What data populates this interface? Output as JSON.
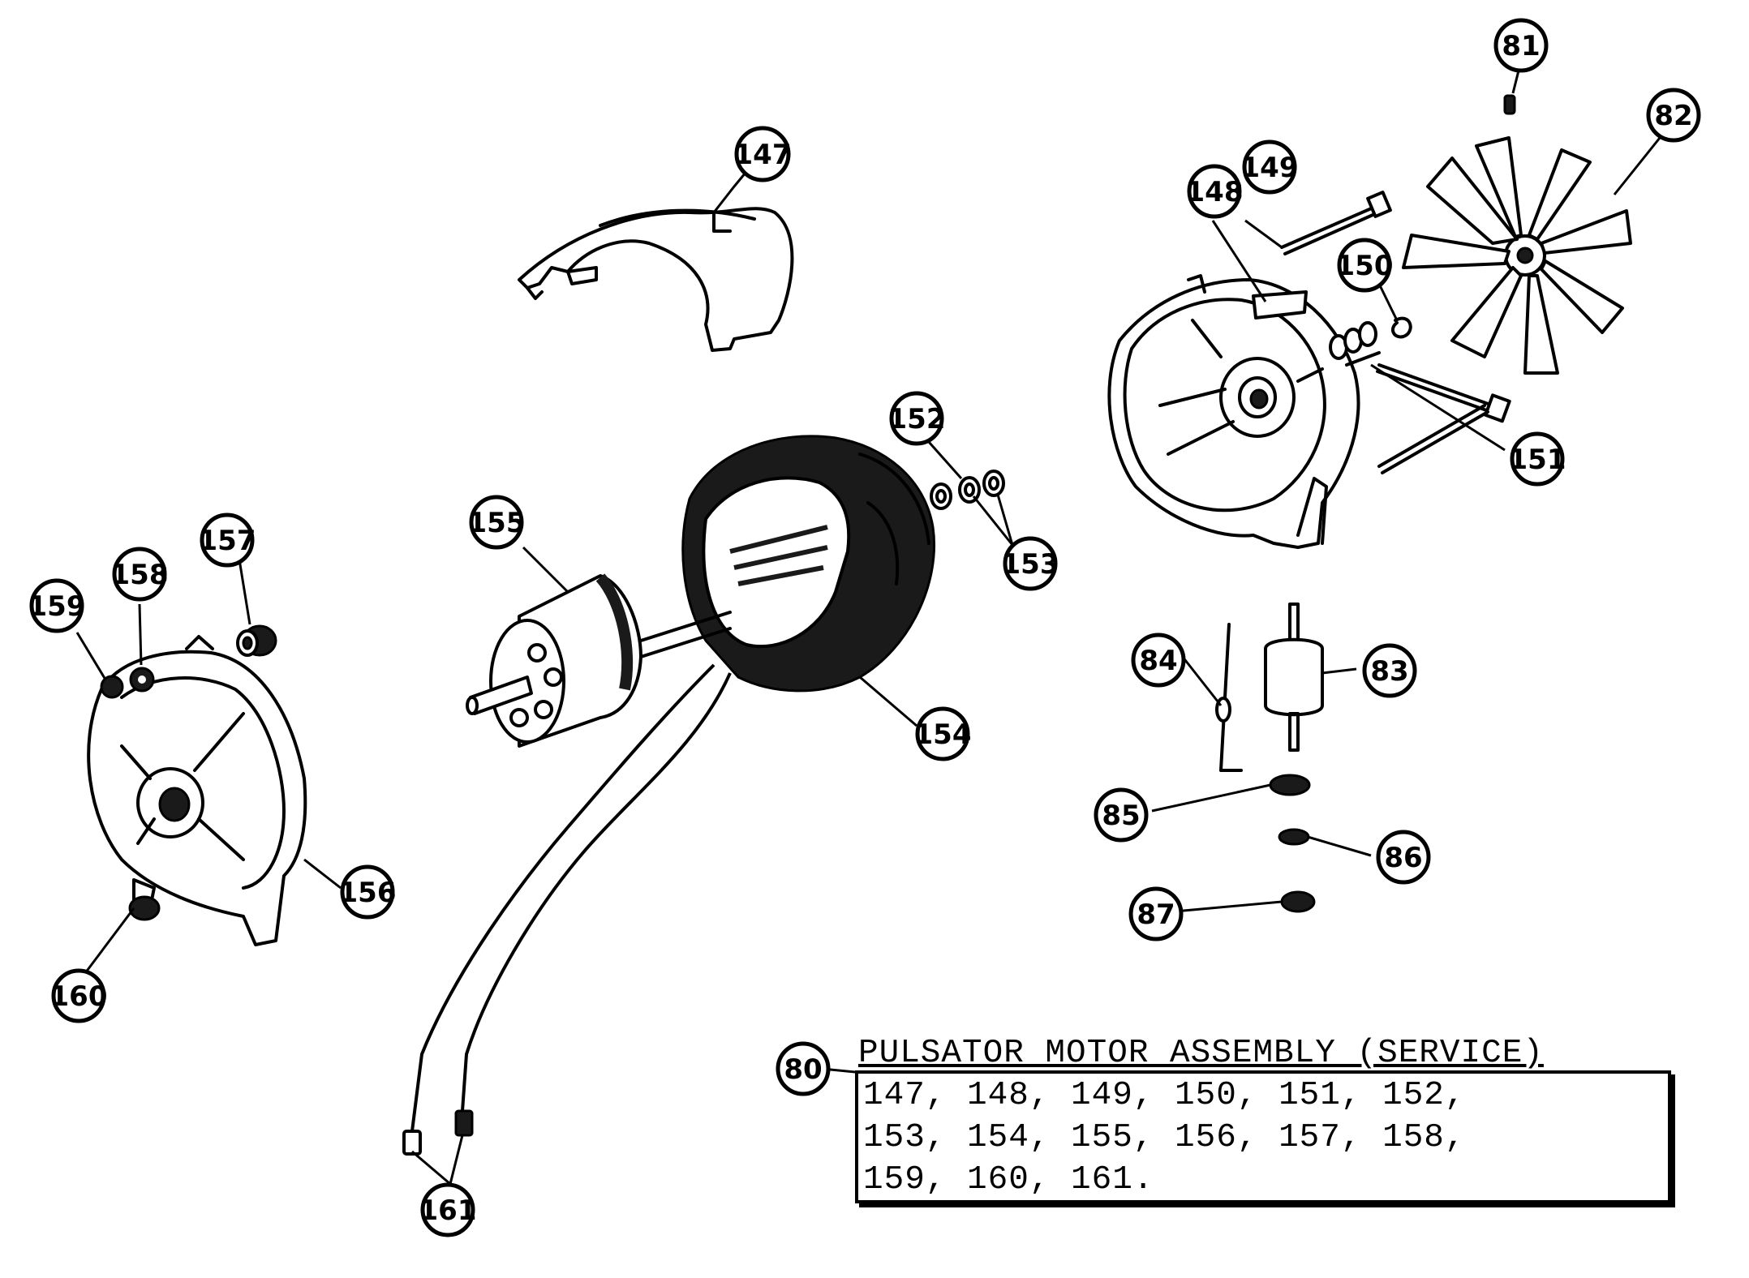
{
  "legend": {
    "item_number": "80",
    "title": "PULSATOR MOTOR ASSEMBLY (SERVICE)",
    "lines": [
      "147, 148, 149, 150, 151, 152,",
      "153, 154, 155, 156, 157, 158,",
      "159, 160, 161."
    ]
  },
  "callouts": {
    "c81": "81",
    "c82": "82",
    "c83": "83",
    "c84": "84",
    "c85": "85",
    "c86": "86",
    "c87": "87",
    "c147": "147",
    "c148": "148",
    "c149": "149",
    "c150": "150",
    "c151": "151",
    "c152": "152",
    "c153": "153",
    "c154": "154",
    "c155": "155",
    "c156": "156",
    "c157": "157",
    "c158": "158",
    "c159": "159",
    "c160": "160",
    "c161": "161"
  }
}
